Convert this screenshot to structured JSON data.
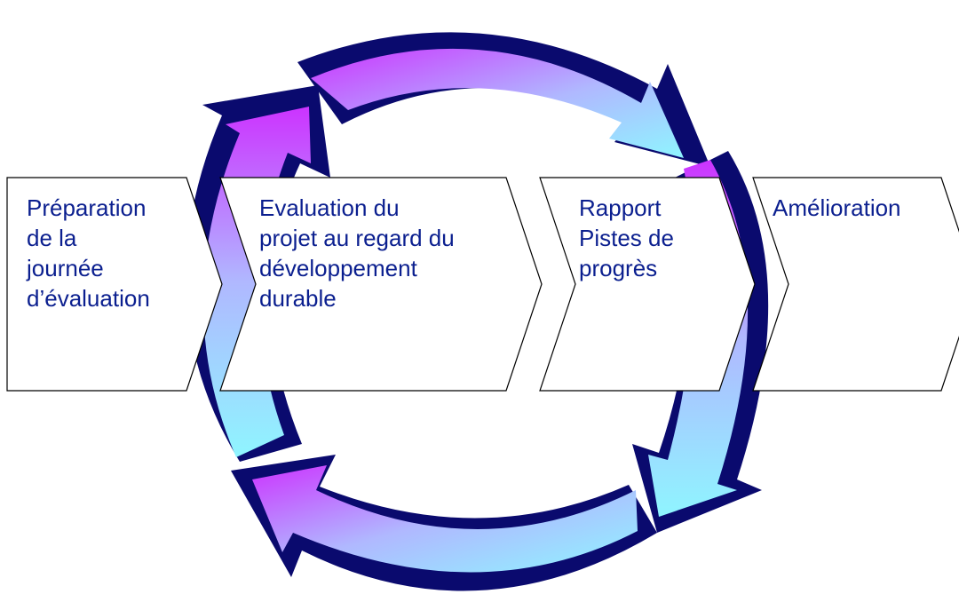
{
  "steps": [
    {
      "label": [
        "Préparation",
        "de la",
        "journée",
        "d’évaluation"
      ]
    },
    {
      "label": [
        "Evaluation du",
        "projet au regard du",
        "développement",
        "durable"
      ]
    },
    {
      "label": [
        "Rapport",
        "Pistes de",
        "progrès"
      ]
    },
    {
      "label": [
        "Amélioration"
      ]
    }
  ],
  "colors": {
    "arrow_outline": "#0a0a6e",
    "gradient_top": "#cc33ff",
    "gradient_mid": "#b0b8ff",
    "gradient_bottom": "#8ff5ff",
    "box_fill": "#ffffff",
    "box_stroke": "#000000",
    "label_text": "#0b1f8f"
  }
}
